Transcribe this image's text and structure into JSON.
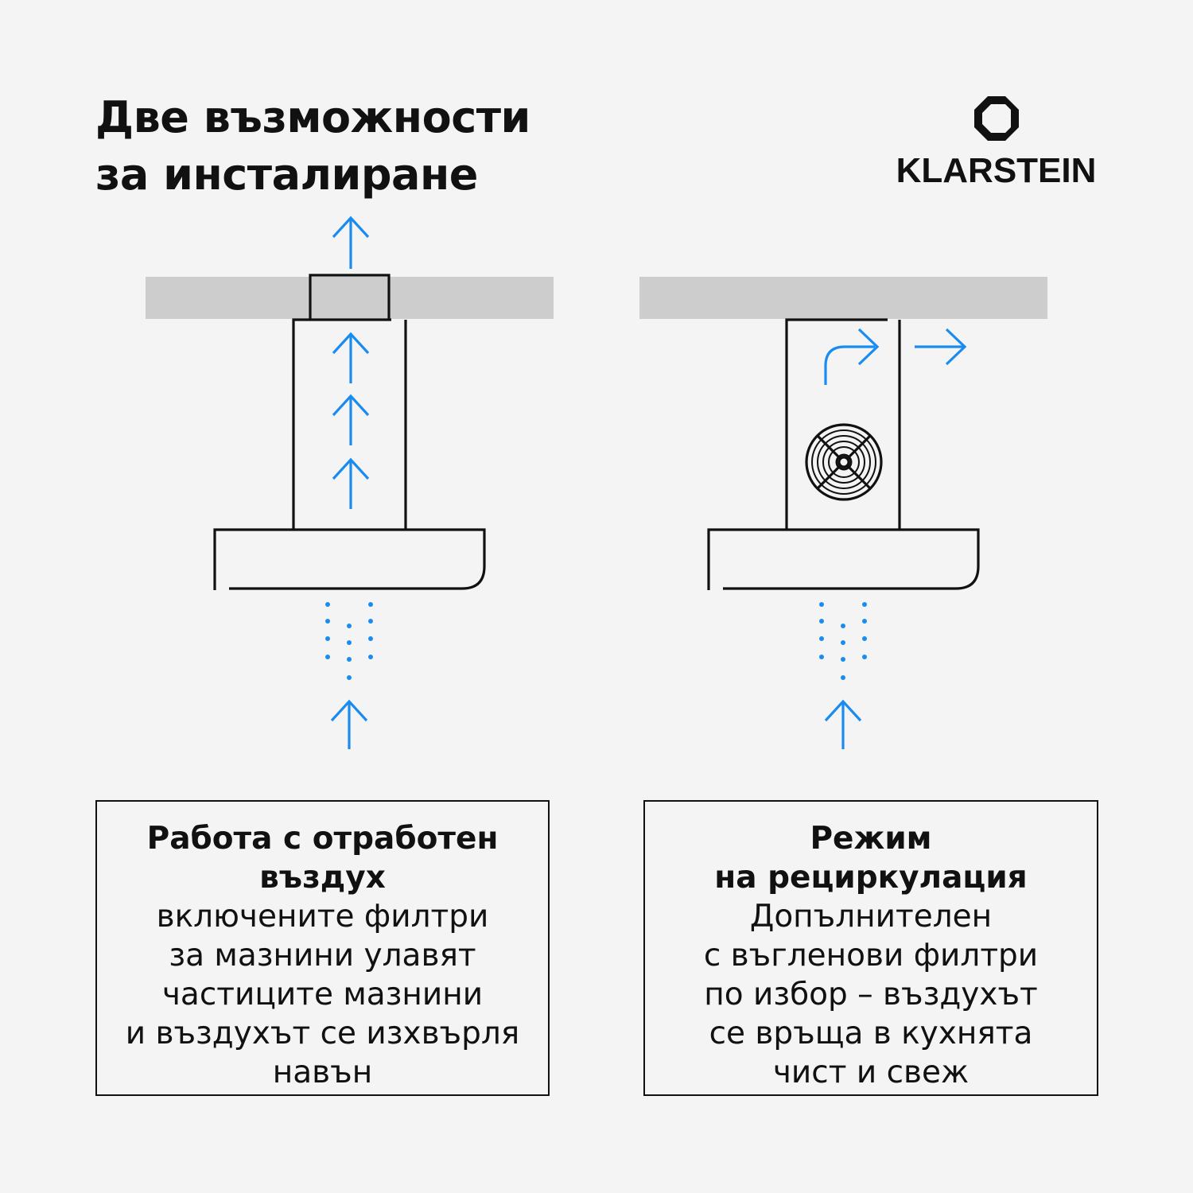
{
  "title": {
    "line1": "Две възможности",
    "line2": "за инсталиране"
  },
  "brand": {
    "name": "KLARSTEIN",
    "logo_icon": "klarstein-logo-icon"
  },
  "colors": {
    "arrow": "#1a8cf0",
    "ceiling": "#cdcdcd",
    "line": "#111111",
    "background": "#f4f4f4"
  },
  "panels": {
    "exhaust": {
      "heading": [
        "Работа с отработен",
        "въздух"
      ],
      "body": [
        "включените филтри",
        "за мазнини улавят",
        "частиците мазнини",
        "и въздухът се изхвърля",
        "навън"
      ]
    },
    "recirculation": {
      "heading": [
        "Режим",
        "на рециркулация"
      ],
      "body": [
        "Допълнителен",
        "с въгленови филтри",
        "по избор – въздухът",
        "се връща в кухнята",
        "чист и свеж"
      ]
    }
  }
}
